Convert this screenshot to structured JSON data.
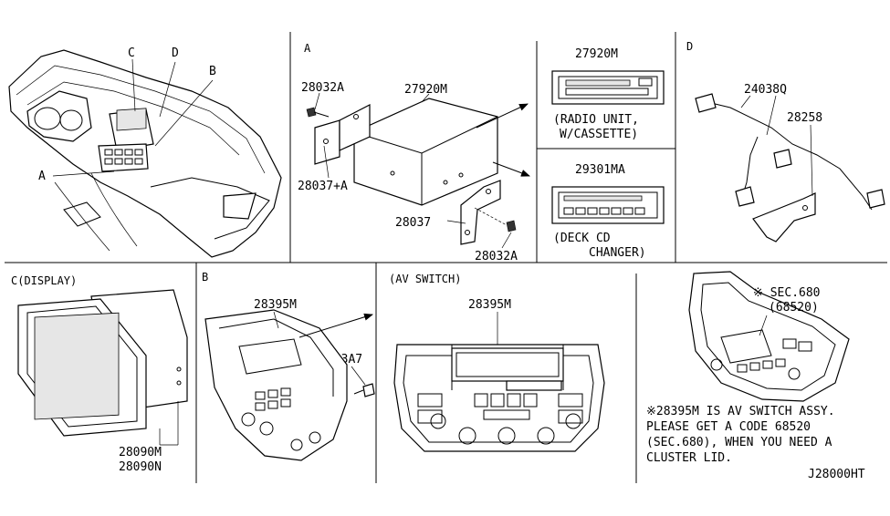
{
  "sections": {
    "overview": {
      "callouts": [
        "A",
        "B",
        "C",
        "D"
      ]
    },
    "a": {
      "label": "A",
      "parts": {
        "screw_top": "28032A",
        "radio": "27920M",
        "bracket_left": "28037+A",
        "bracket_right": "28037",
        "screw_bottom": "28032A"
      },
      "variants": [
        {
          "part": "27920M",
          "caption_1": "(RADIO UNIT,",
          "caption_2": "W/CASSETTE)"
        },
        {
          "part": "29301MA",
          "caption_1": "(DECK CD",
          "caption_2": "CHANGER)"
        }
      ]
    },
    "d": {
      "label": "D",
      "parts": {
        "harness": "24038Q",
        "bracket": "28258"
      }
    },
    "c": {
      "title": "C(DISPLAY)",
      "parts": [
        "28090M",
        "28090N"
      ]
    },
    "b": {
      "label": "B",
      "parts": {
        "panel": "28395M",
        "clip": "283A7"
      }
    },
    "av_switch": {
      "title": "(AV SWITCH)",
      "part": "28395M"
    },
    "cluster": {
      "sec_1": "※ SEC.680",
      "sec_2": "(68520)"
    }
  },
  "note": {
    "line_1": "※28395M IS AV SWITCH ASSY.",
    "line_2": "PLEASE GET A CODE  68520",
    "line_3": "(SEC.680), WHEN YOU NEED A",
    "line_4": "CLUSTER LID."
  },
  "diagram_code": "J28000HT"
}
